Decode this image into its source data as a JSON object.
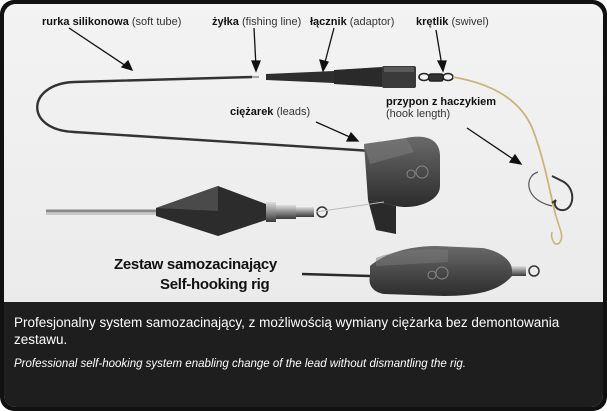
{
  "labels": {
    "soft_tube": {
      "pl": "rurka silikonowa",
      "en": "(soft tube)"
    },
    "fishing_line": {
      "pl": "żyłka",
      "en": "(fishing line)"
    },
    "adaptor": {
      "pl": "łącznik",
      "en": "(adaptor)"
    },
    "swivel": {
      "pl": "krętlik",
      "en": "(swivel)"
    },
    "hook_length": {
      "pl": "przypon z haczykiem",
      "en": "(hook length)"
    },
    "leads": {
      "pl": "ciężarek",
      "en": "(leads)"
    }
  },
  "rig_title": {
    "pl": "Zestaw samozacinający",
    "en": "Self-hooking rig"
  },
  "caption": {
    "pl": "Profesjonalny system samozacinający, z możliwością wymiany ciężarka bez demontowania zestawu.",
    "en": "Professional self-hooking system enabling change of the lead without dismantling the rig."
  },
  "colors": {
    "frame": "#111111",
    "caption_bg": "#1e1e1e",
    "lead": "#4a4a4a",
    "leader": "#c8b679"
  }
}
